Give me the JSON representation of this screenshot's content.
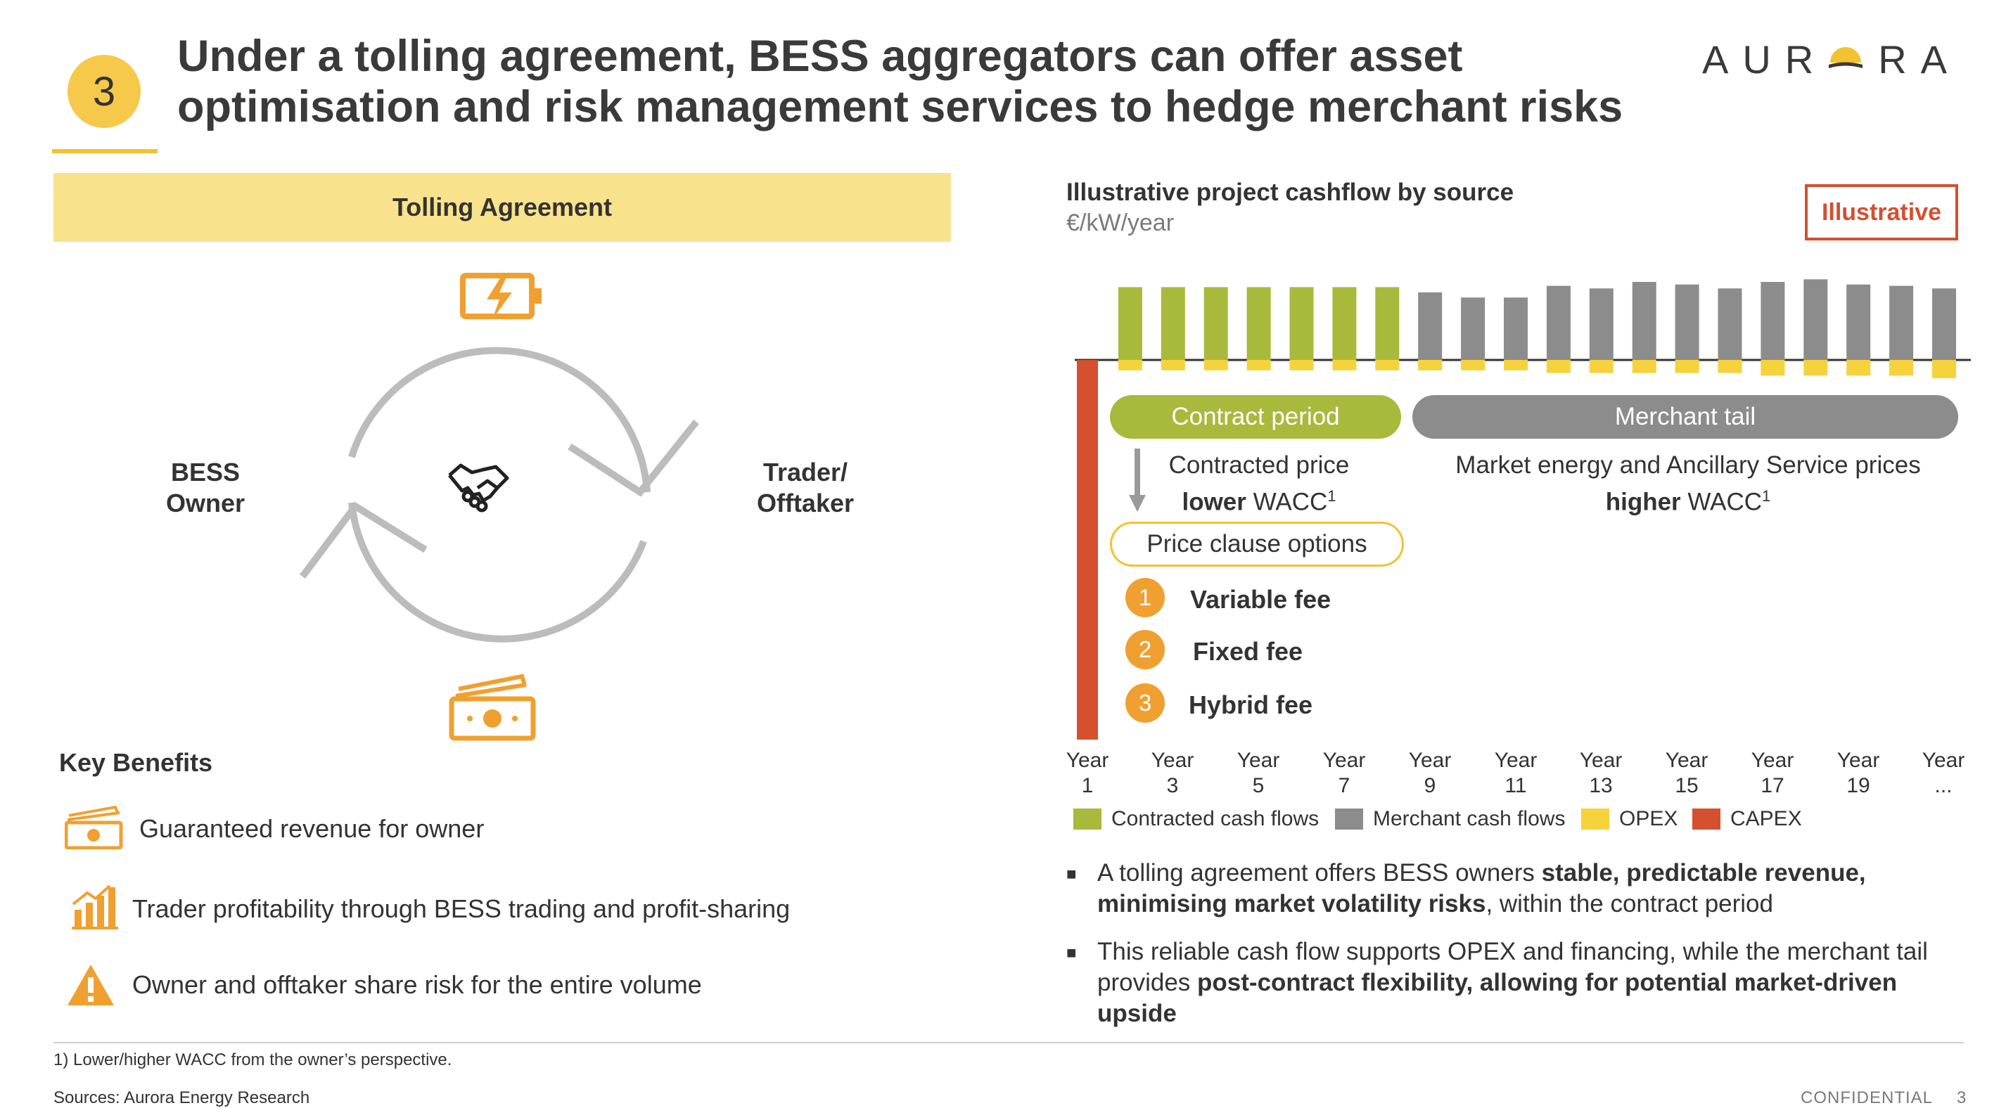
{
  "header": {
    "section_number": "3",
    "title_line1": "Under a tolling agreement, BESS aggregators can offer asset",
    "title_line2": "optimisation and risk management services to hedge merchant risks",
    "logo_left": "AUR",
    "logo_right": "RA"
  },
  "left": {
    "banner": "Tolling Agreement",
    "owner_line1": "BESS",
    "owner_line2": "Owner",
    "trader_line1": "Trader/",
    "trader_line2": "Offtaker",
    "key_benefits_title": "Key Benefits",
    "benefits": [
      {
        "text": "Guaranteed revenue for owner",
        "icon": "money-icon"
      },
      {
        "text": "Trader profitability through BESS trading and profit-sharing",
        "icon": "bar-chart-icon"
      },
      {
        "text": "Owner and offtaker share risk for the entire volume",
        "icon": "warning-icon"
      }
    ]
  },
  "right": {
    "illustrative_badge": "Illustrative",
    "contract_period": "Contract period",
    "merchant_tail": "Merchant tail",
    "contracted_line1": "Contracted price",
    "contracted_bold": "lower",
    "contracted_rest": " WACC",
    "merchant_line1": "Market energy and Ancillary Service prices",
    "merchant_bold": "higher",
    "merchant_rest": " WACC",
    "footnote_marker": "1",
    "price_clause": "Price clause options",
    "options": [
      {
        "num": "1",
        "label": "Variable fee"
      },
      {
        "num": "2",
        "label": "Fixed fee"
      },
      {
        "num": "3",
        "label": "Hybrid fee"
      }
    ],
    "bullets": [
      {
        "pre": "A tolling agreement offers BESS owners ",
        "bold": "stable, predictable revenue, minimising market volatility risks",
        "post": ", within the contract period"
      },
      {
        "pre": "This reliable cash flow supports OPEX and financing, while the merchant tail provides ",
        "bold": "post-contract flexibility, allowing for potential market-driven upside",
        "post": ""
      }
    ]
  },
  "chart_data": {
    "type": "bar",
    "title": "Illustrative project cashflow by source",
    "ylabel": "€/kW/year",
    "x_tick_labels": [
      {
        "line1": "Year",
        "line2": "1"
      },
      {
        "line1": "Year",
        "line2": "3"
      },
      {
        "line1": "Year",
        "line2": "5"
      },
      {
        "line1": "Year",
        "line2": "7"
      },
      {
        "line1": "Year",
        "line2": "9"
      },
      {
        "line1": "Year",
        "line2": "11"
      },
      {
        "line1": "Year",
        "line2": "13"
      },
      {
        "line1": "Year",
        "line2": "15"
      },
      {
        "line1": "Year",
        "line2": "17"
      },
      {
        "line1": "Year",
        "line2": "19"
      },
      {
        "line1": "Year",
        "line2": "..."
      }
    ],
    "categories": [
      1,
      2,
      3,
      4,
      5,
      6,
      7,
      8,
      9,
      10,
      11,
      12,
      13,
      14,
      15,
      16,
      17,
      18,
      19,
      20,
      21
    ],
    "series": [
      {
        "name": "Contracted cash flows",
        "color": "#a9b93c",
        "values": [
          0,
          56,
          56,
          56,
          56,
          56,
          56,
          56,
          0,
          0,
          0,
          0,
          0,
          0,
          0,
          0,
          0,
          0,
          0,
          0,
          0
        ]
      },
      {
        "name": "Merchant cash flows",
        "color": "#8c8c8c",
        "values": [
          0,
          0,
          0,
          0,
          0,
          0,
          0,
          0,
          52,
          48,
          48,
          57,
          55,
          60,
          58,
          55,
          60,
          62,
          58,
          57,
          55
        ]
      },
      {
        "name": "OPEX",
        "color": "#f6d23c",
        "values": [
          0,
          -8,
          -8,
          -8,
          -8,
          -8,
          -8,
          -8,
          -8,
          -8,
          -8,
          -10,
          -10,
          -10,
          -10,
          -10,
          -12,
          -12,
          -12,
          -12,
          -14
        ]
      },
      {
        "name": "CAPEX",
        "color": "#d4502e",
        "values": [
          -300,
          0,
          0,
          0,
          0,
          0,
          0,
          0,
          0,
          0,
          0,
          0,
          0,
          0,
          0,
          0,
          0,
          0,
          0,
          0,
          0
        ]
      }
    ],
    "legend_position": "bottom",
    "grid": false
  },
  "footer": {
    "footnote": "1) Lower/higher WACC from the owner’s perspective.",
    "sources": "Sources: Aurora Energy Research",
    "confidential": "CONFIDENTIAL",
    "page": "3"
  }
}
